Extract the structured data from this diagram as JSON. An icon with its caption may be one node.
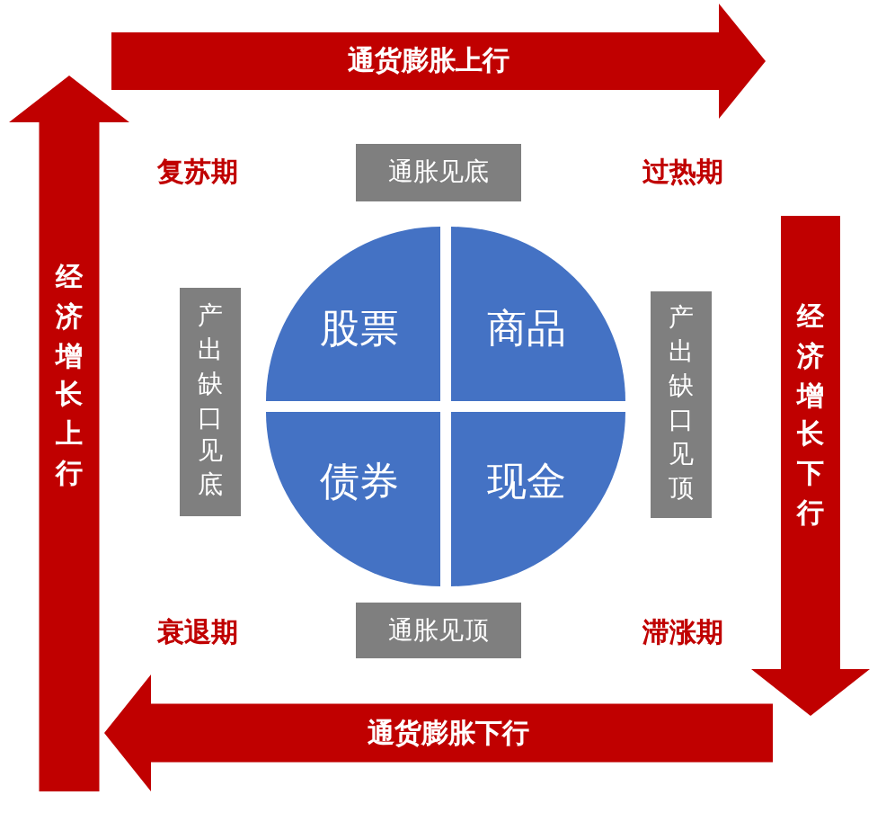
{
  "diagram": {
    "nodes": [
      {
        "text": [
          "通货膨胀上行"
        ]
      },
      {
        "text": [
          "通胀见底"
        ]
      },
      {
        "text": [
          "经济增长上行"
        ]
      },
      {
        "text": [
          "产出缺口见底"
        ]
      },
      {
        "text": [
          "股票"
        ]
      },
      {
        "text": [
          "商品"
        ]
      },
      {
        "text": [
          "债券"
        ]
      },
      {
        "text": [
          "现金"
        ]
      },
      {
        "text": [
          "产出缺口见顶"
        ]
      },
      {
        "text": [
          "经济增长下行"
        ]
      },
      {
        "text": [
          "通胀见顶"
        ]
      },
      {
        "text": [
          "通货膨胀下行"
        ]
      }
    ],
    "labels": [
      "复苏期",
      "过热期",
      "衰退期",
      "滞涨期"
    ]
  }
}
